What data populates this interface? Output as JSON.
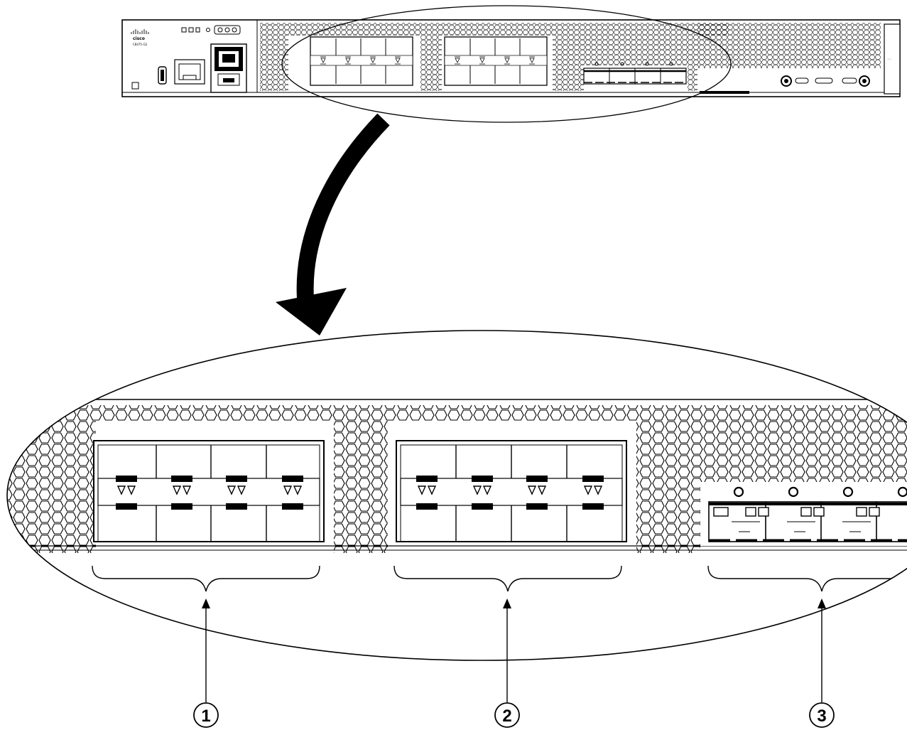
{
  "device": {
    "brand": "cisco",
    "model": "C8475-G2"
  },
  "callouts": [
    {
      "number": "1"
    },
    {
      "number": "2"
    },
    {
      "number": "3"
    }
  ]
}
